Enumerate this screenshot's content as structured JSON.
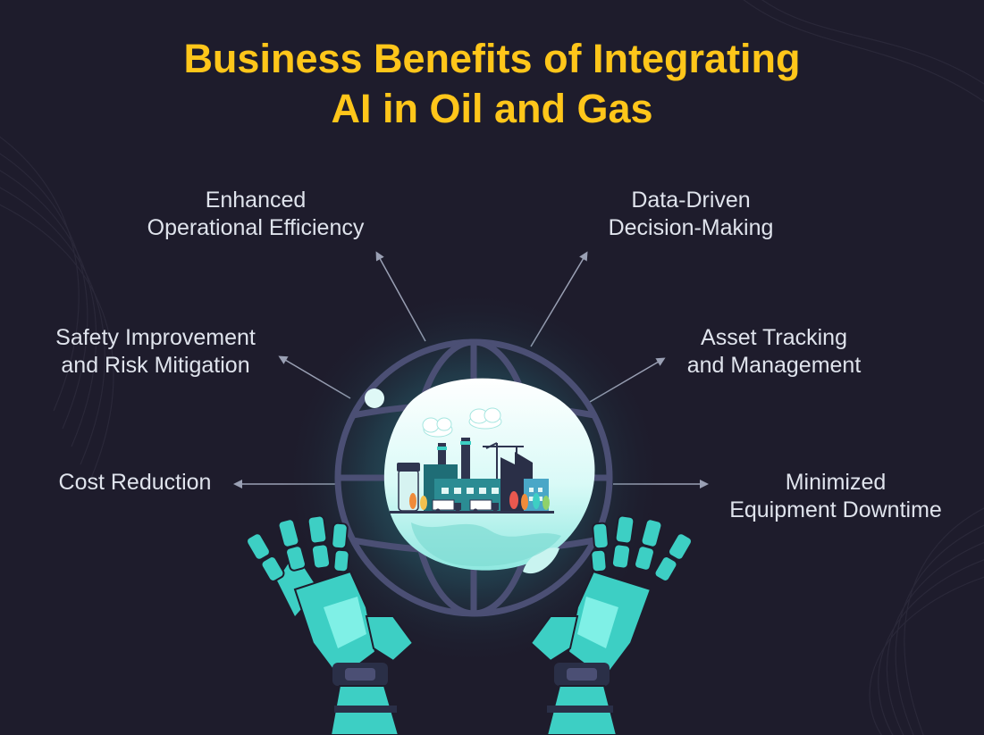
{
  "title": {
    "line1": "Business Benefits of Integrating",
    "line2": "AI in Oil and Gas"
  },
  "benefits": [
    {
      "line1": "Enhanced",
      "line2": "Operational Efficiency"
    },
    {
      "line1": "Data-Driven",
      "line2": "Decision-Making"
    },
    {
      "line1": "Safety Improvement",
      "line2": "and Risk Mitigation"
    },
    {
      "line1": "Asset Tracking",
      "line2": "and Management"
    },
    {
      "line1": "Cost Reduction",
      "line2": ""
    },
    {
      "line1": "Minimized",
      "line2": "Equipment Downtime"
    }
  ],
  "colors": {
    "background": "#1e1c2c",
    "title": "#ffc61a",
    "label": "#dfe3ec",
    "arrow": "#9aa0b4",
    "globe_glow": "#3fd6d2",
    "robot_teal": "#3dcfc4",
    "robot_dark": "#2a2f47"
  },
  "icons": [
    "globe-icon",
    "factory-icon",
    "robot-hand-icon"
  ]
}
